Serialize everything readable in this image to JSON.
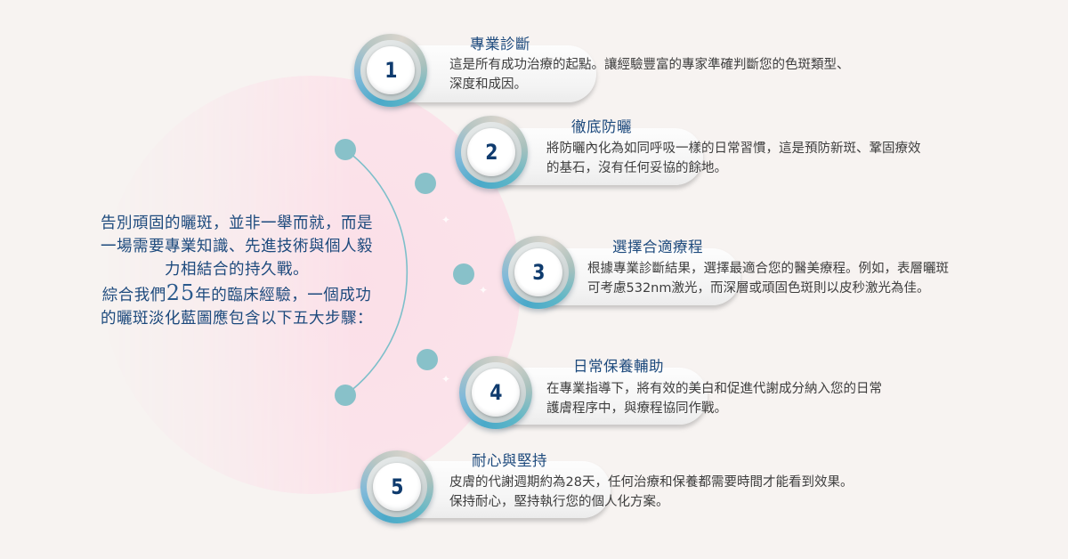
{
  "colors": {
    "background": "#f7f3f1",
    "pink_disc": "#fbe3ea",
    "arc_line": "#7dbfca",
    "arc_dot": "#88c1c9",
    "title_blue": "#1d4a7d",
    "number_navy": "#0f3b6e",
    "body_text": "#3d3d3d"
  },
  "intro": {
    "line1": "告別頑固的曬斑，並非一舉而就，而是",
    "line2": "一場需要專業知識、先進技術與個人毅",
    "line3": "力相結合的持久戰。",
    "line4_prefix": "綜合我們",
    "line4_number": "25",
    "line4_suffix": "年的臨床經驗，一個成功",
    "line5": "的曬斑淡化藍圖應包含以下五大步驟："
  },
  "steps": [
    {
      "number": "1",
      "title": "專業診斷",
      "desc_line1": "這是所有成功治療的起點。讓經驗豐富的專家準確判斷您的色斑類型、",
      "desc_line2": "深度和成因。"
    },
    {
      "number": "2",
      "title": "徹底防曬",
      "desc_line1": "將防曬內化為如同呼吸一樣的日常習慣，這是預防新斑、鞏固療效",
      "desc_line2": "的基石，沒有任何妥協的餘地。"
    },
    {
      "number": "3",
      "title": "選擇合適療程",
      "desc_line1": "根據專業診斷結果，選擇最適合您的醫美療程。例如，表層曬斑",
      "desc_line2": "可考慮532nm激光，而深層或頑固色斑則以皮秒激光為佳。"
    },
    {
      "number": "4",
      "title": "日常保養輔助",
      "desc_line1": "在專業指導下，將有效的美白和促進代謝成分納入您的日常",
      "desc_line2": "護膚程序中，與療程協同作戰。"
    },
    {
      "number": "5",
      "title": "耐心與堅持",
      "desc_line1": "皮膚的代謝週期約為28天，任何治療和保養都需要時間才能看到效果。",
      "desc_line2": "保持耐心，堅持執行您的個人化方案。"
    }
  ],
  "decor": {
    "sparkle_glyph": "✦"
  }
}
